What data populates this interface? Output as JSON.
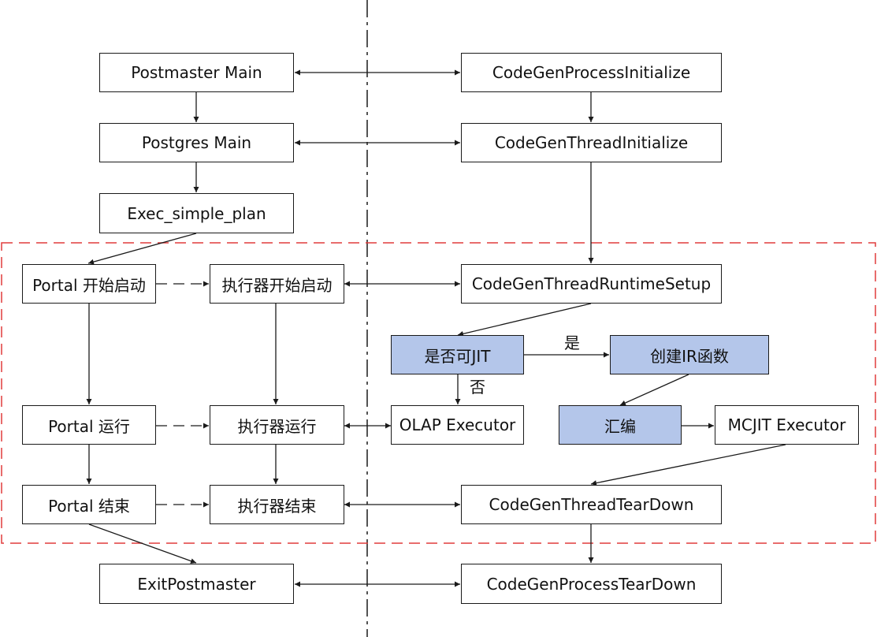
{
  "diagram": {
    "nodes": {
      "postmaster_main": "Postmaster Main",
      "postgres_main": "Postgres Main",
      "exec_simple_plan": "Exec_simple_plan",
      "portal_start": "Portal 开始启动",
      "executor_start": "执行器开始启动",
      "portal_run": "Portal 运行",
      "executor_run": "执行器运行",
      "portal_end": "Portal 结束",
      "executor_end": "执行器结束",
      "exit_postmaster": "ExitPostmaster",
      "codegen_process_init": "CodeGenProcessInitialize",
      "codegen_thread_init": "CodeGenThreadInitialize",
      "codegen_runtime_setup": "CodeGenThreadRuntimeSetup",
      "can_jit": "是否可JIT",
      "create_ir": "创建IR函数",
      "olap_executor": "OLAP Executor",
      "assemble": "汇编",
      "mcjit_executor": "MCJIT Executor",
      "codegen_thread_teardown": "CodeGenThreadTearDown",
      "codegen_process_teardown": "CodeGenProcessTearDown"
    },
    "edge_labels": {
      "yes": "是",
      "no": "否"
    },
    "colors": {
      "decision_fill": "#b4c6ea",
      "region_border": "#e03c3c",
      "line": "#1a1a1a"
    }
  }
}
